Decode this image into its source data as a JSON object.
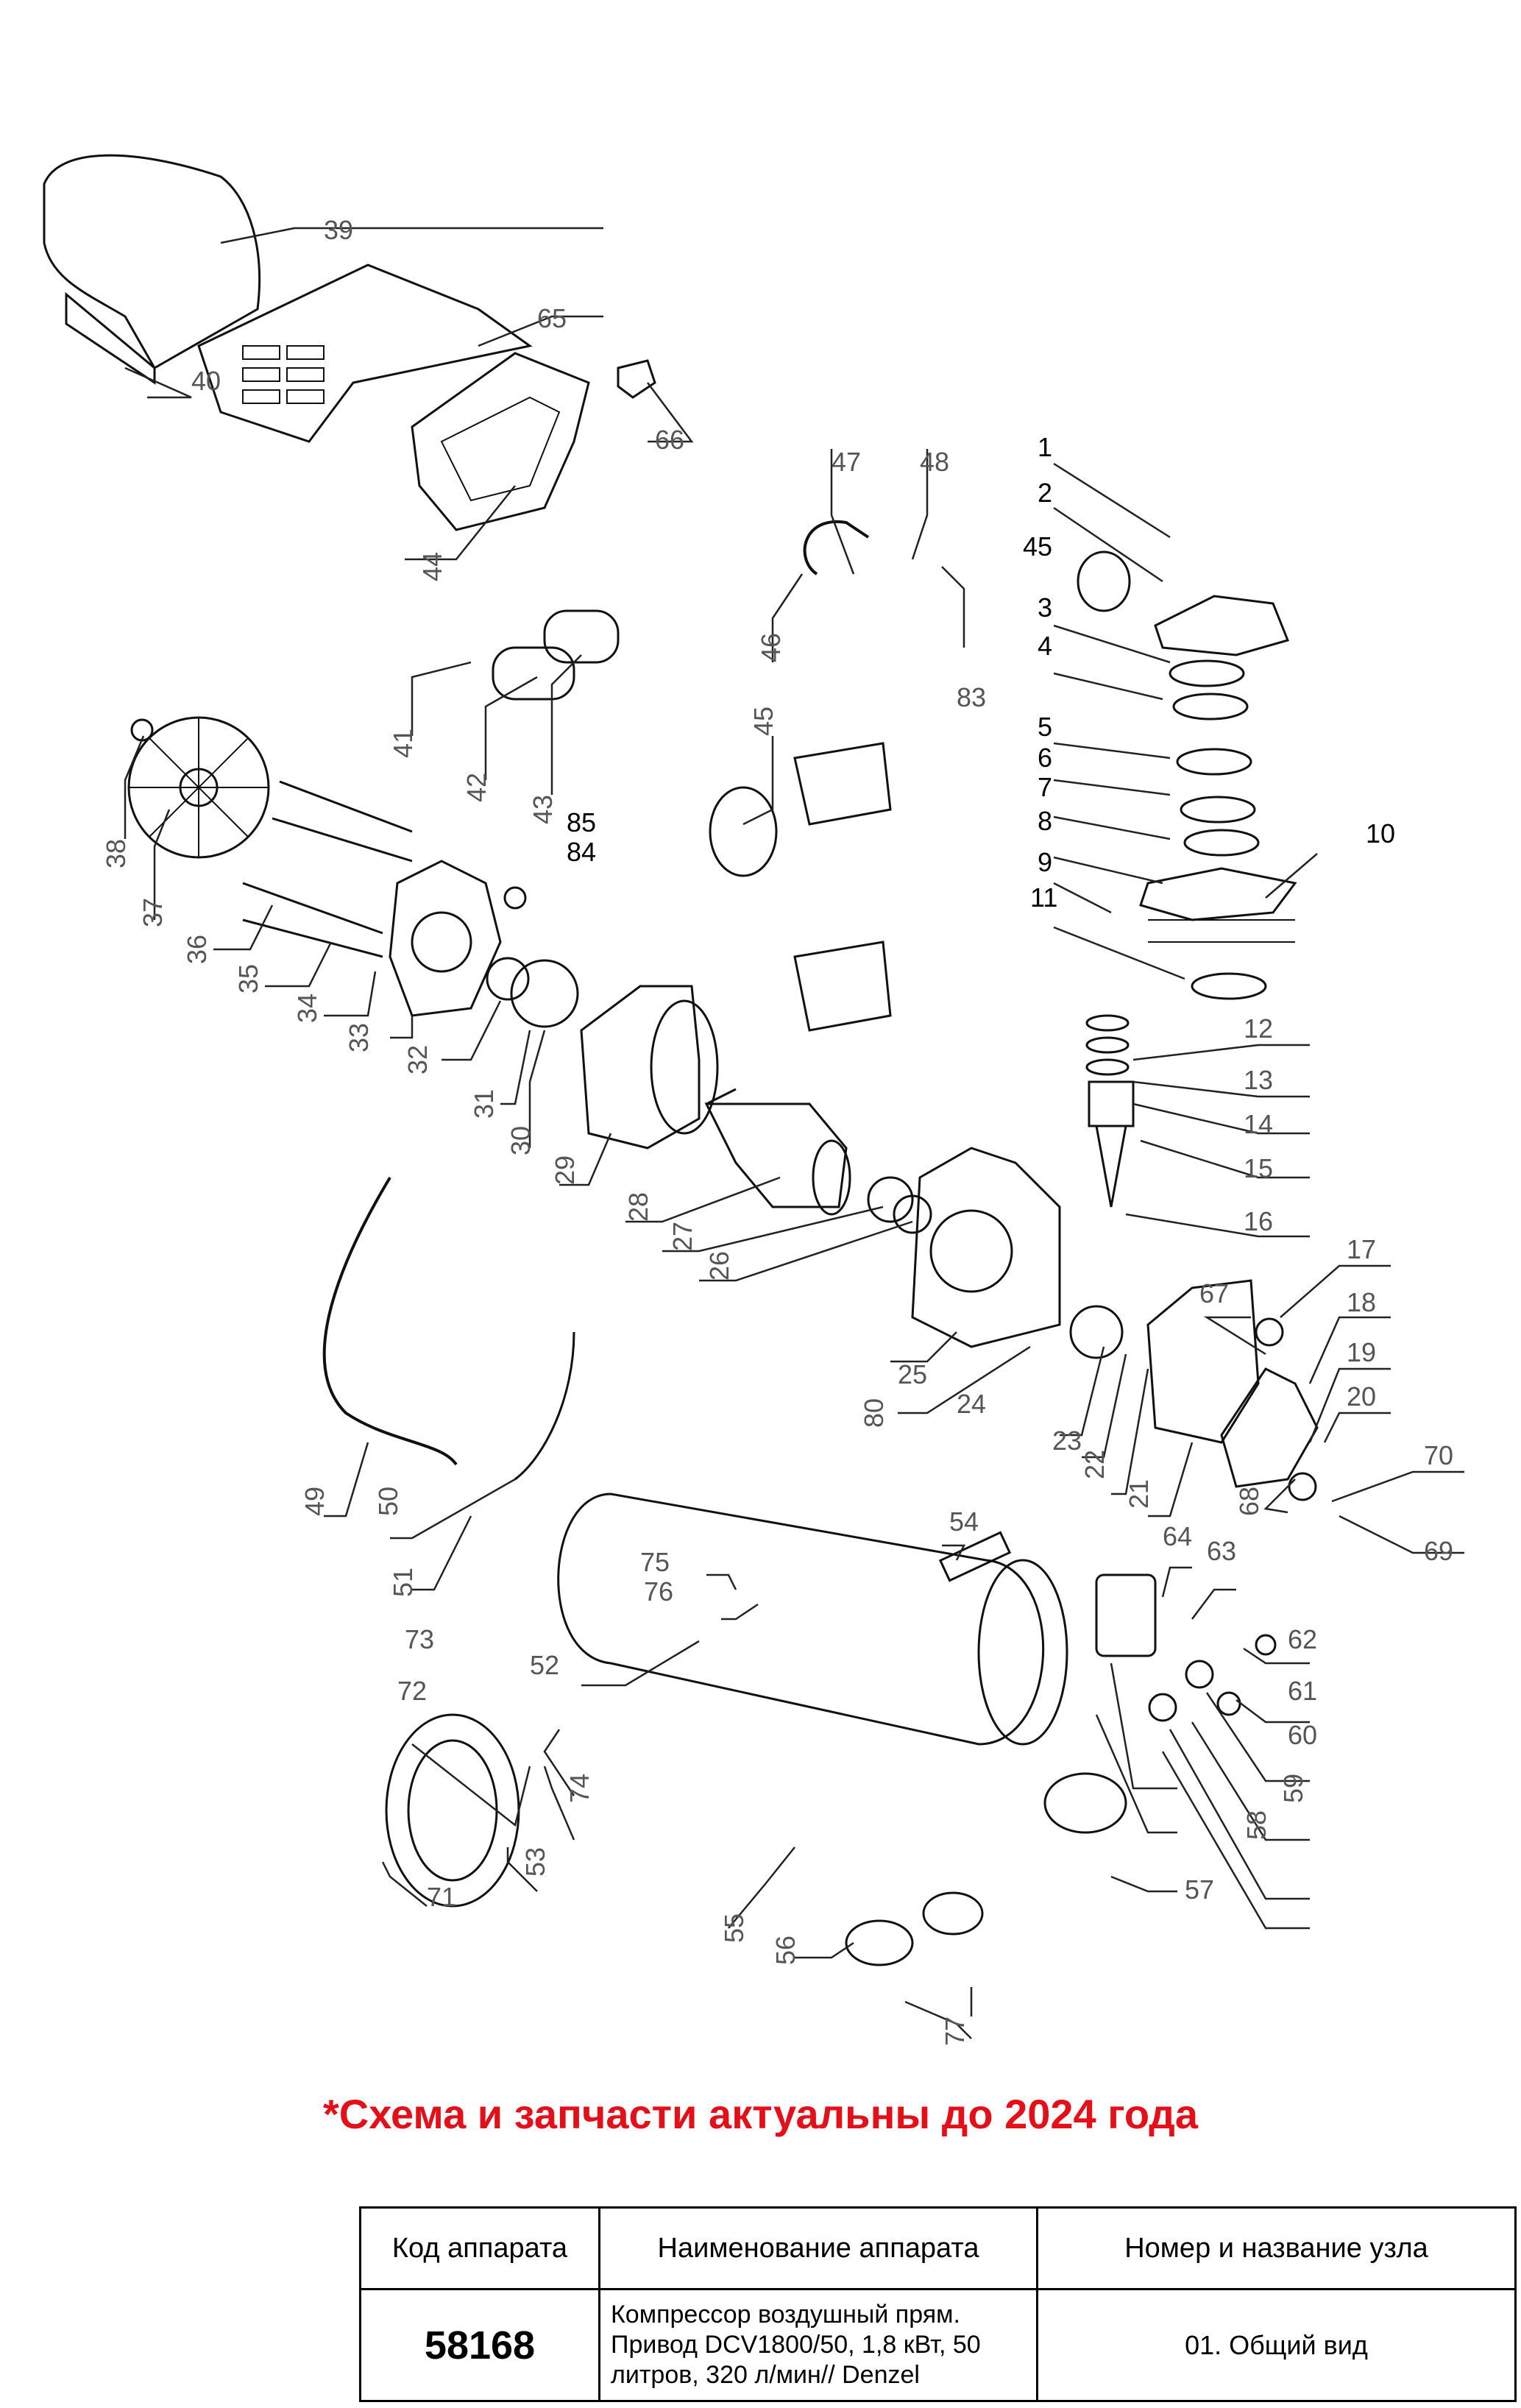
{
  "notice": "*Схема и запчасти актуальны до 2024 года",
  "callouts": [
    "1",
    "2",
    "3",
    "4",
    "5",
    "6",
    "7",
    "8",
    "9",
    "10",
    "11",
    "12",
    "13",
    "14",
    "15",
    "16",
    "17",
    "18",
    "19",
    "20",
    "21",
    "22",
    "23",
    "24",
    "25",
    "26",
    "27",
    "28",
    "29",
    "30",
    "31",
    "32",
    "33",
    "34",
    "35",
    "36",
    "37",
    "38",
    "39",
    "40",
    "41",
    "42",
    "43",
    "44",
    "45",
    "46",
    "47",
    "48",
    "49",
    "50",
    "51",
    "52",
    "53",
    "54",
    "55",
    "56",
    "57",
    "58",
    "59",
    "60",
    "61",
    "62",
    "63",
    "64",
    "65",
    "66",
    "67",
    "68",
    "69",
    "70",
    "71",
    "72",
    "73",
    "74",
    "75",
    "76",
    "77",
    "80",
    "83",
    "84",
    "85"
  ],
  "table": {
    "headers": {
      "code": "Код аппарата",
      "name": "Наименование аппарата",
      "node": "Номер и название узла"
    },
    "row": {
      "code": "58168",
      "name": "Компрессор воздушный прям. Привод DCV1800/50, 1,8 кВт, 50 литров, 320 л/мин// Denzel",
      "node": "01. Общий вид"
    }
  }
}
